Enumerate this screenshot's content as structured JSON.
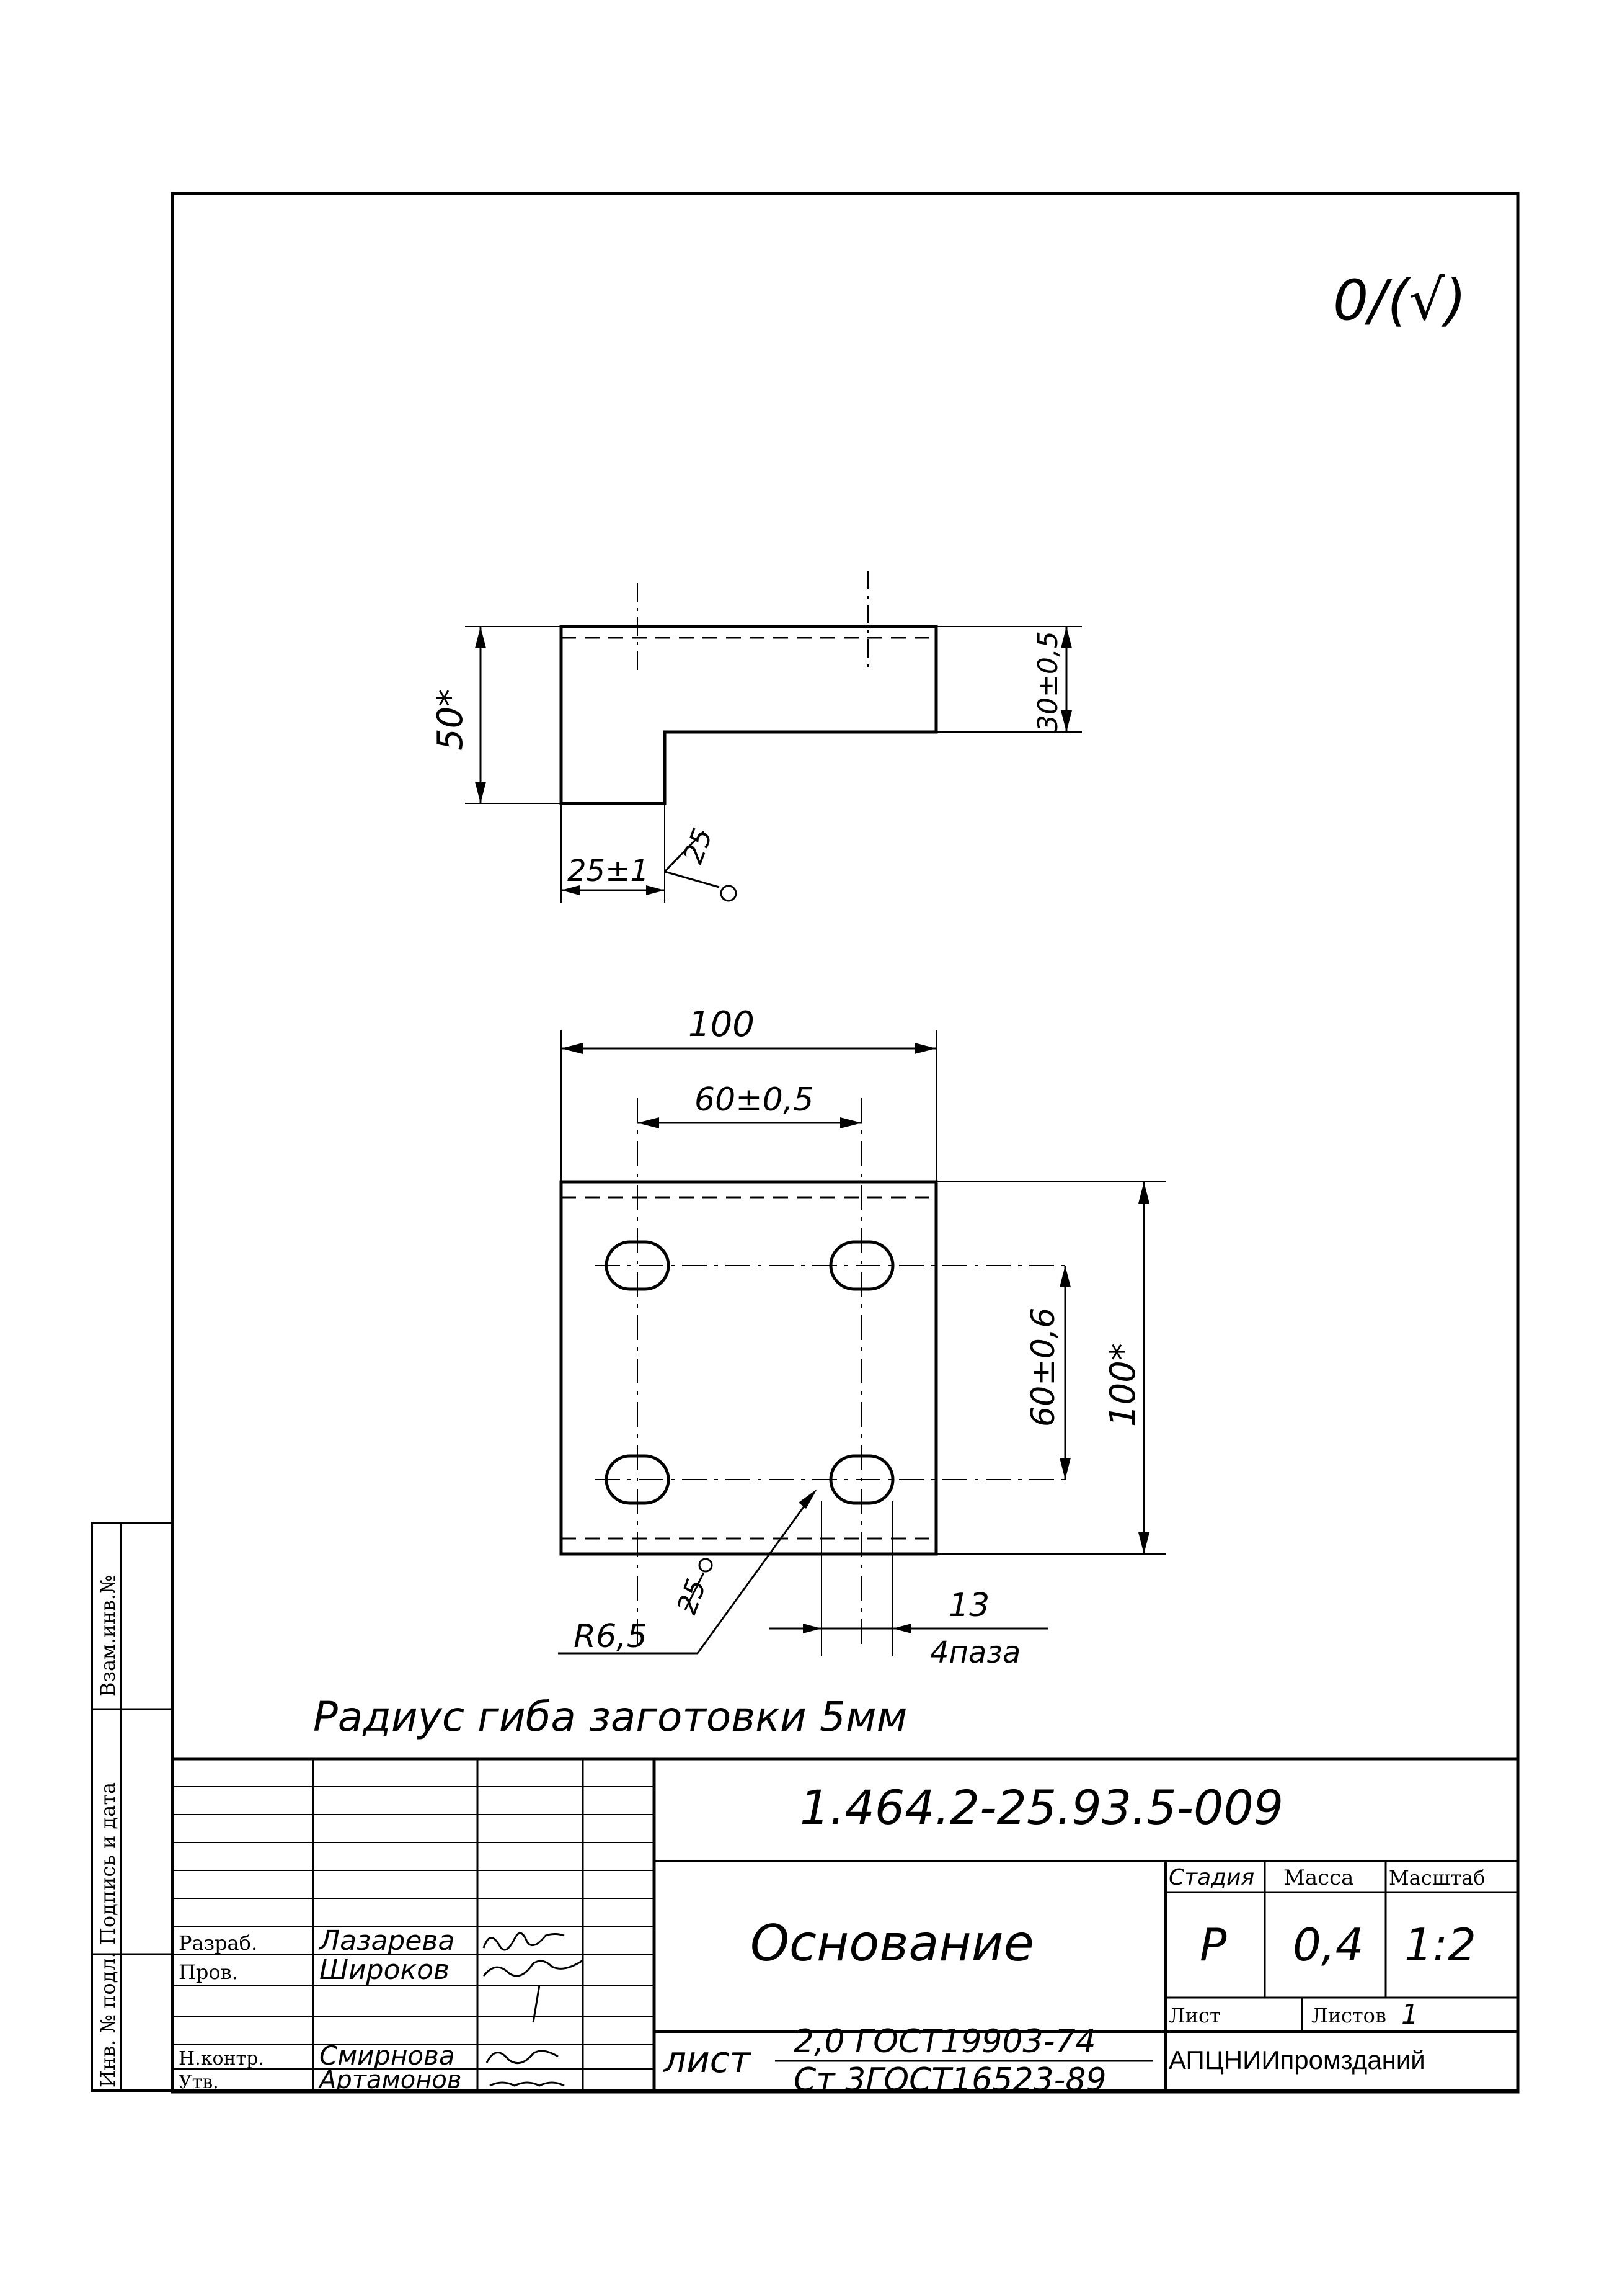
{
  "drawing": {
    "corner_mark": "0/(√)",
    "side_view": {
      "dim_height": "50*",
      "dim_flange": "30±0,5",
      "dim_width": "25±1",
      "weld_size": "25"
    },
    "plan_view": {
      "dim_width": "100",
      "dim_hole_spacing_x": "60±0,5",
      "dim_hole_spacing_y": "60±0,6",
      "dim_height": "100*",
      "dim_radius": "R6,5",
      "weld_size": "25",
      "slot_length": "13",
      "slot_count": "4паза"
    },
    "note": "Радиус гиба заготовки 5мм"
  },
  "side_stamp": {
    "inv_no_orig": "Инв. № подл.",
    "sign_date": "Подпись и дата",
    "inv_no_repl": "Взам.инв.№"
  },
  "title_block": {
    "doc_number": "1.464.2-25.93.5-009",
    "part_name": "Основание",
    "roles": [
      {
        "role": "Разраб.",
        "name": "Лазарева"
      },
      {
        "role": "Пров.",
        "name": "Широков"
      },
      {
        "role": "",
        "name": ""
      },
      {
        "role": "Н.контр.",
        "name": "Смирнова"
      },
      {
        "role": "Утв.",
        "name": "Артамонов"
      }
    ],
    "header_stage": "Стадия",
    "header_mass": "Масса",
    "header_scale": "Масштаб",
    "stage": "Р",
    "mass": "0,4",
    "scale": "1:2",
    "sheet_label": "Лист",
    "sheets_label": "Листов",
    "sheets_value": "1",
    "material_prefix": "лист",
    "material_top": "2,0 ГОСТ19903-74",
    "material_bottom": "Ст 3ГОСТ16523-89",
    "organization": "АПЦНИИпромзданий"
  }
}
